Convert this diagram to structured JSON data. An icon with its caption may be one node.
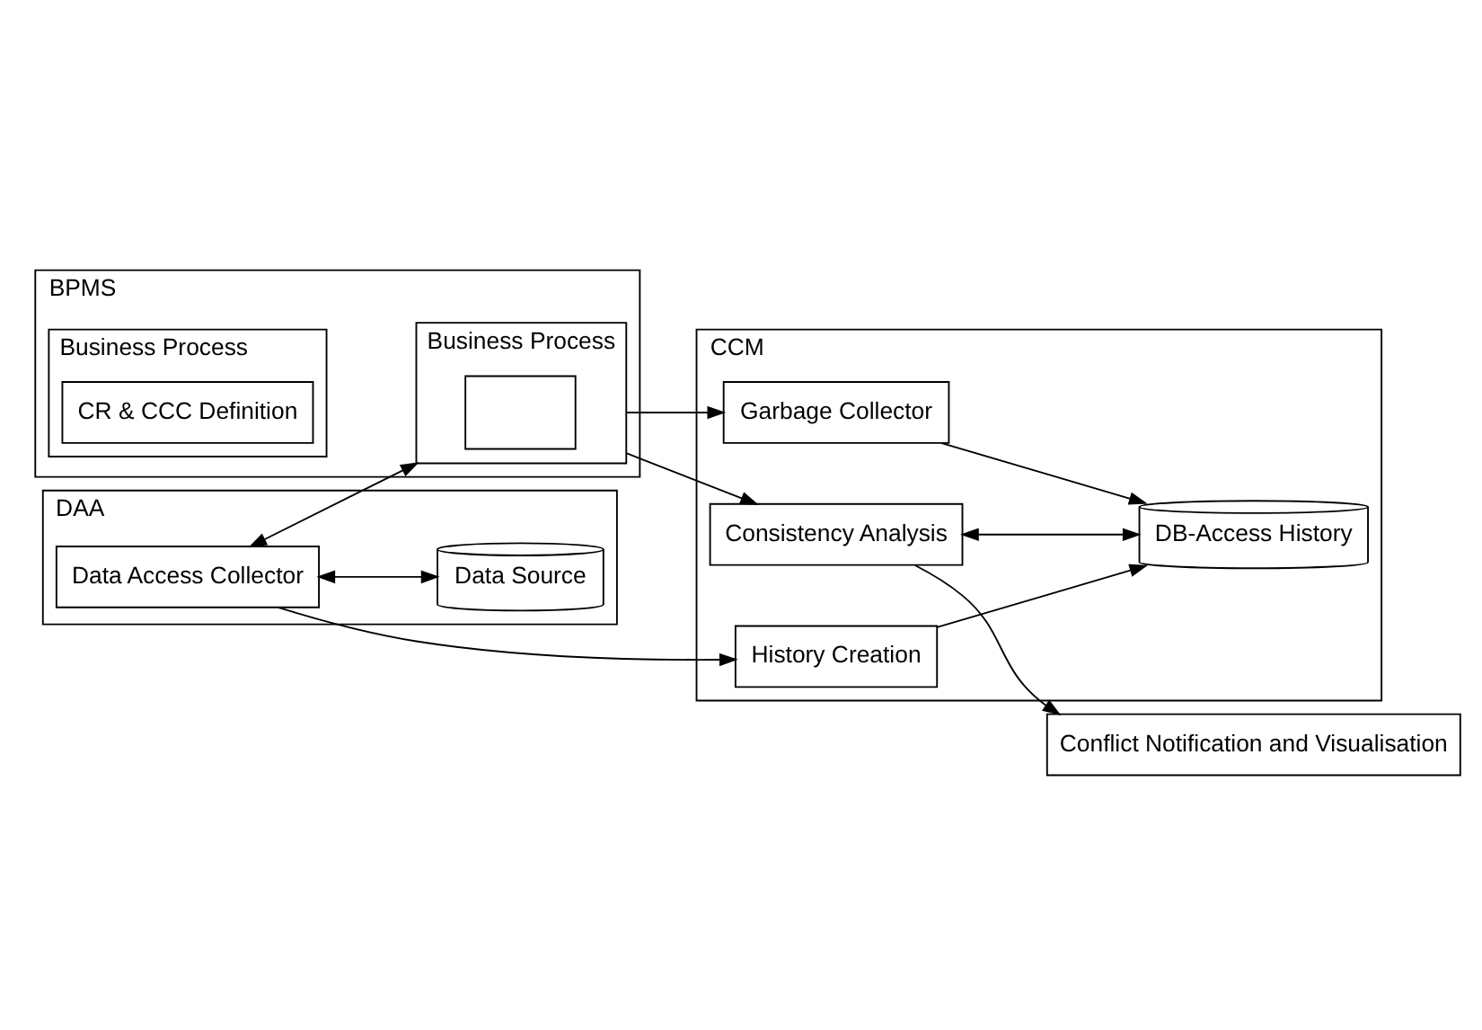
{
  "diagram": {
    "nodes": [
      {
        "text": [
          "Conflict Notification and Visualisation"
        ]
      },
      {
        "text": [
          "CCM"
        ]
      },
      {
        "text": [
          "Consistency Analysis"
        ],
        "in": 1
      },
      {
        "text": [
          "DB-Access History"
        ],
        "in": 1
      },
      {
        "text": [
          "Garbage Collector"
        ],
        "in": 1
      },
      {
        "text": [
          "History Creation"
        ],
        "in": 1
      },
      {
        "text": [
          "BPMS"
        ]
      },
      {
        "text": [
          "Business Process"
        ],
        "in": 6
      },
      {
        "text": [],
        "shape": "box",
        "in": 7
      },
      {
        "text": [
          "Business Process"
        ],
        "in": 6
      },
      {
        "text": [
          "CR & CCC Definition"
        ],
        "in": 9
      },
      {
        "text": [
          "DAA"
        ]
      },
      {
        "text": [
          "Data Access Collector"
        ],
        "in": 11
      },
      {
        "text": [
          "Data Source"
        ],
        "in": 11
      }
    ],
    "edges": [
      {
        "from": 2,
        "to": 0,
        "arrow": "to"
      },
      {
        "from": 2,
        "to": 3,
        "arrow": "both"
      },
      {
        "from": 7,
        "to": 2,
        "arrow": "to"
      },
      {
        "from": 7,
        "to": 4,
        "arrow": "to"
      },
      {
        "from": 4,
        "to": 3,
        "arrow": "to"
      },
      {
        "from": 5,
        "to": 3,
        "arrow": "to"
      },
      {
        "from": 12,
        "to": 5,
        "arrow": "to"
      },
      {
        "from": 12,
        "to": 7,
        "arrow": "both"
      },
      {
        "from": 12,
        "to": 13,
        "arrow": "both"
      }
    ]
  }
}
